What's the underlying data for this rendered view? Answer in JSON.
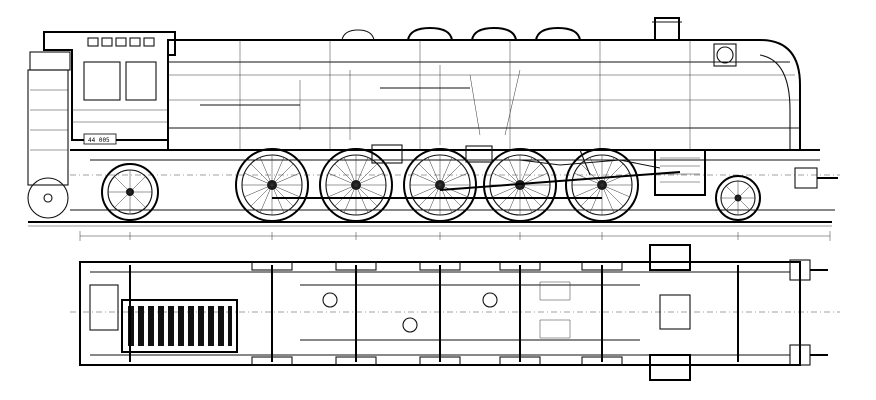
{
  "drawing": {
    "side_view": {
      "driving_wheels": 5,
      "leading_wheels": 1,
      "trailing_wheels": 1,
      "tender_wheels": 1,
      "domes": 3,
      "number_plate": "44 005"
    },
    "plan_view": {}
  },
  "colors": {
    "ink": "#111111",
    "paper": "#ffffff"
  }
}
